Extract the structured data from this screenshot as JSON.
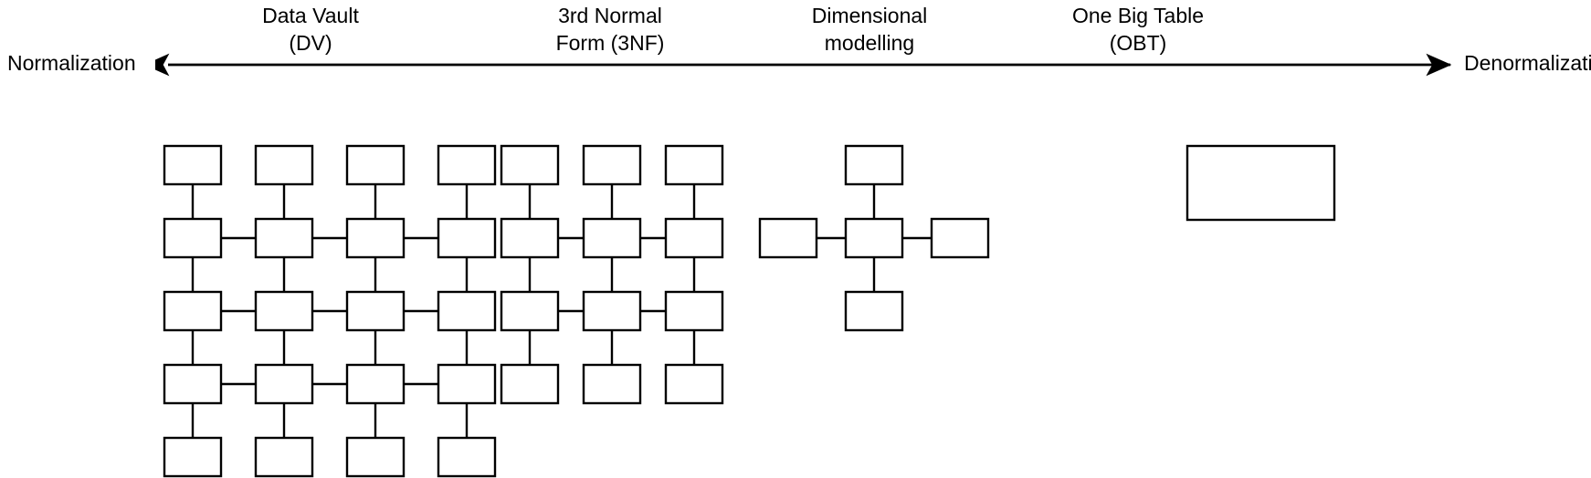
{
  "diagram": {
    "title_text_present": false,
    "axis": {
      "left_label": "Normalization",
      "right_label": "Denormalization",
      "arrow_style": "double-headed",
      "line_color": "#000000"
    },
    "stages": [
      {
        "id": "data-vault",
        "label": "Data Vault\n(DV)",
        "line1": "Data Vault",
        "line2": "(DV)"
      },
      {
        "id": "third-normal-form",
        "label": "3rd Normal\nForm (3NF)",
        "line1": "3rd Normal",
        "line2": "Form (3NF)"
      },
      {
        "id": "dimensional",
        "label": "Dimensional\nmodelling",
        "line1": "Dimensional",
        "line2": "modelling"
      },
      {
        "id": "one-big-table",
        "label": "One Big Table\n(OBT)",
        "line1": "One Big Table",
        "line2": "(OBT)"
      }
    ],
    "colors": {
      "stroke": "#000000",
      "fill": "#ffffff",
      "background": "#ffffff",
      "text": "#000000"
    },
    "shape_counts": {
      "data_vault_tables": 20,
      "third_normal_form_tables": 12,
      "dimensional_tables": 4,
      "one_big_table_tables": 1
    },
    "geometry": {
      "small_box_width": 62,
      "small_box_height": 42,
      "obt_box_width": 161,
      "obt_box_height": 81
    }
  }
}
